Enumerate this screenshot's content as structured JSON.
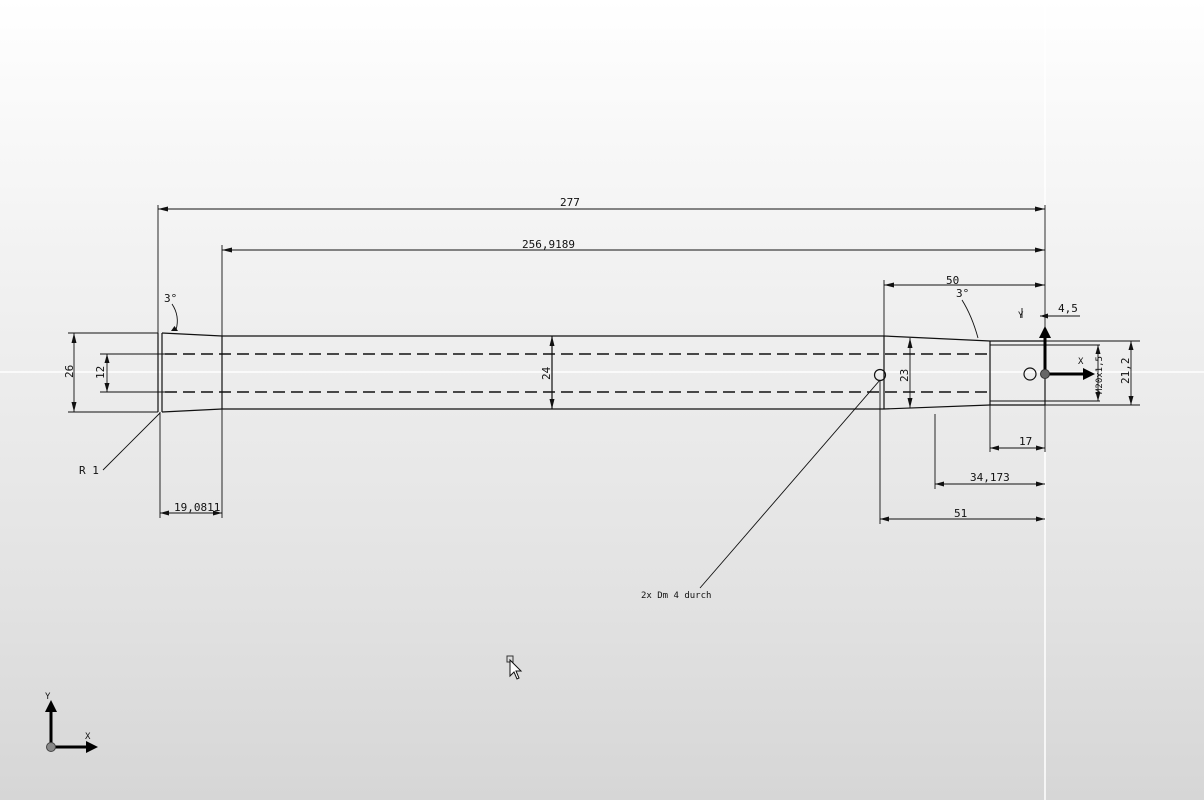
{
  "drawing": {
    "dimensions": {
      "overall_length": "277",
      "inner_length": "256,9189",
      "right_taper_length": "50",
      "left_angle": "3°",
      "right_angle": "3°",
      "right_step": "4,5",
      "left_diameter": "26",
      "bore_diameter": "12",
      "mid_diameter": "24",
      "right_diameter": "23",
      "thread": "M20x1,5",
      "end_diameter": "21,2",
      "radius": "R 1",
      "left_taper_length": "19,0811",
      "thread_length": "17",
      "taper_end_offset": "34,173",
      "hole_offset": "51"
    },
    "note": "2x Dm 4 durch",
    "axis": {
      "x_label": "X",
      "y_label": "Y"
    },
    "local_axis": {
      "x_label": "X",
      "y_label": "Y"
    }
  }
}
